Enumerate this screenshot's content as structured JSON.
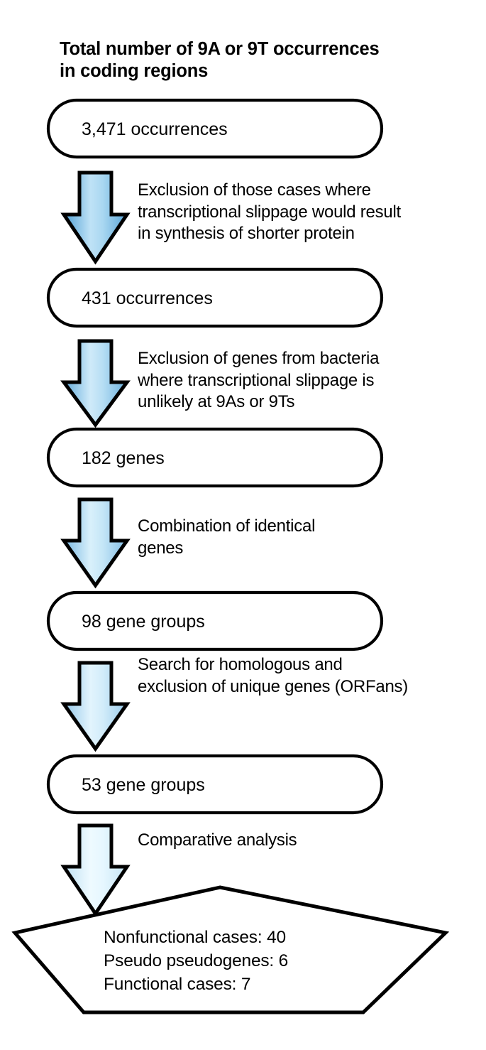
{
  "title": "Total number of 9A or 9T occurrences\nin coding regions",
  "colors": {
    "stroke": "#000000",
    "node_fill": "#ffffff",
    "arrow_edge_dark": "#4f9fd4",
    "arrow_edge_mid": "#8ccbee",
    "arrow_center_light": "#ddf0fb",
    "text": "#000000"
  },
  "nodes": [
    {
      "id": "node-1",
      "label": "3,471 occurrences",
      "shape": "rounded-rect"
    },
    {
      "id": "node-2",
      "label": "431 occurrences",
      "shape": "rounded-rect"
    },
    {
      "id": "node-3",
      "label": "182 genes",
      "shape": "rounded-rect"
    },
    {
      "id": "node-4",
      "label": "98 gene groups",
      "shape": "rounded-rect"
    },
    {
      "id": "node-5",
      "label": "53 gene groups",
      "shape": "rounded-rect"
    }
  ],
  "edges": [
    {
      "id": "edge-1",
      "label": "Exclusion of those cases where\ntranscriptional slippage would result\nin synthesis of shorter protein"
    },
    {
      "id": "edge-2",
      "label": "Exclusion of genes from bacteria\nwhere transcriptional slippage is\nunlikely at 9As or 9Ts"
    },
    {
      "id": "edge-3",
      "label": "Combination of identical\ngenes"
    },
    {
      "id": "edge-4",
      "label": "Search for homologous and\nexclusion of unique genes (ORFans)"
    },
    {
      "id": "edge-5",
      "label": "Comparative analysis"
    }
  ],
  "result": {
    "shape": "pentagon",
    "lines": "Nonfunctional cases: 40\nPseudo pseudogenes: 6\nFunctional cases: 7",
    "items": [
      {
        "label": "Nonfunctional cases",
        "value": 40
      },
      {
        "label": "Pseudo pseudogenes",
        "value": 6
      },
      {
        "label": "Functional cases",
        "value": 7
      }
    ]
  },
  "chart_data": {
    "type": "table",
    "title": "Total number of 9A or 9T occurrences in coding regions",
    "categories": [
      "3,471 occurrences",
      "431 occurrences",
      "182 genes",
      "98 gene groups",
      "53 gene groups"
    ],
    "values": [
      3471,
      431,
      182,
      98,
      53
    ],
    "steps": [
      "Exclusion of those cases where transcriptional slippage would result in synthesis of shorter protein",
      "Exclusion of genes from bacteria where transcriptional slippage is unlikely at 9As or 9Ts",
      "Combination of identical genes",
      "Search for homologous and exclusion of unique genes (ORFans)",
      "Comparative analysis"
    ],
    "outcome_categories": [
      "Nonfunctional cases",
      "Pseudo pseudogenes",
      "Functional cases"
    ],
    "outcome_values": [
      40,
      6,
      7
    ],
    "xlabel": "",
    "ylabel": ""
  }
}
